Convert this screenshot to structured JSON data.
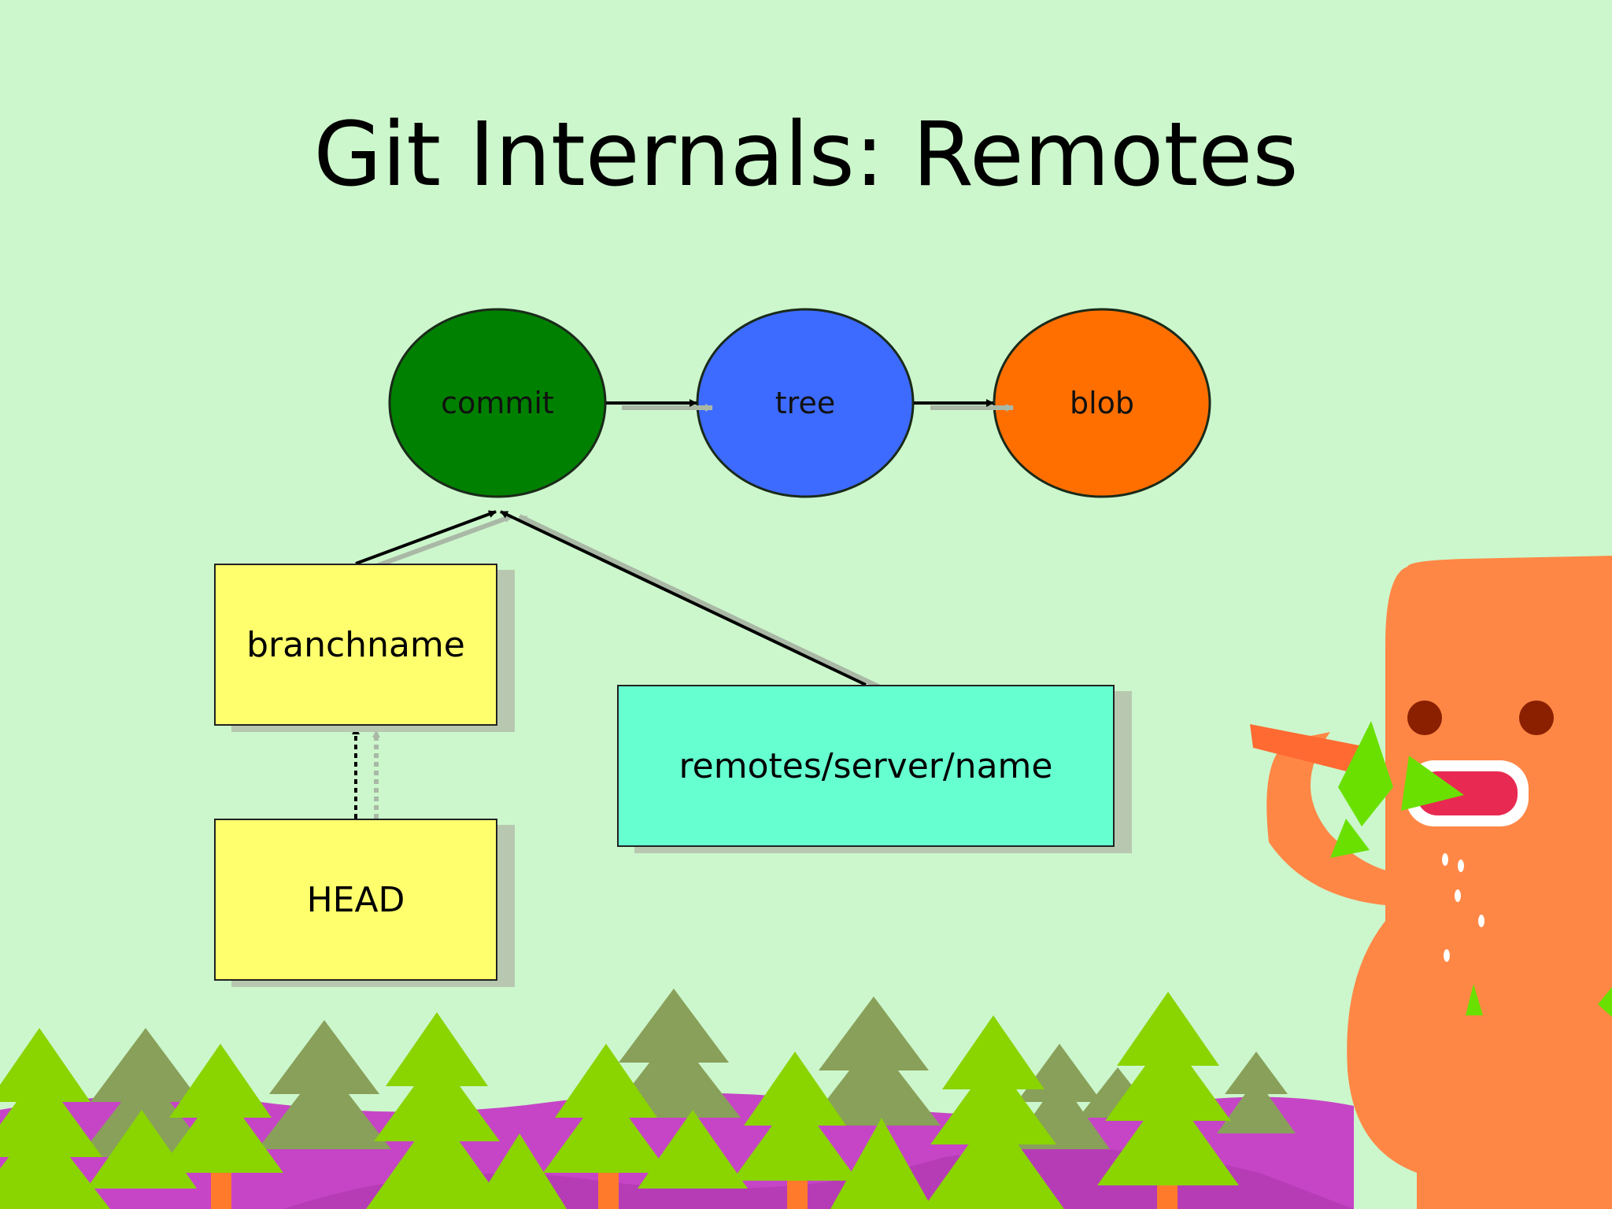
{
  "slide": {
    "title": "Git Internals: Remotes"
  },
  "diagram": {
    "objects": [
      {
        "id": "commit",
        "label": "commit",
        "color": "#008000"
      },
      {
        "id": "tree",
        "label": "tree",
        "color": "#3d6bff"
      },
      {
        "id": "blob",
        "label": "blob",
        "color": "#ff6f00"
      }
    ],
    "refs": [
      {
        "id": "branchname",
        "label": "branchname",
        "color": "#ffff6e"
      },
      {
        "id": "head",
        "label": "HEAD",
        "color": "#ffff6e"
      },
      {
        "id": "remote",
        "label": "remotes/server/name",
        "color": "#66ffd0"
      }
    ],
    "edges": [
      {
        "from": "commit",
        "to": "tree",
        "style": "solid"
      },
      {
        "from": "tree",
        "to": "blob",
        "style": "solid"
      },
      {
        "from": "branchname",
        "to": "commit",
        "style": "solid"
      },
      {
        "from": "remote",
        "to": "commit",
        "style": "solid"
      },
      {
        "from": "head",
        "to": "branchname",
        "style": "dotted"
      }
    ]
  },
  "decoration": {
    "scene": "forest with orange monster",
    "colors": {
      "background": "#ccf7cc",
      "hills": "#c645c6",
      "tree_light": "#8ad400",
      "tree_dark": "#89a05a",
      "trunk": "#ff7a2a",
      "monster": "#ff8746"
    }
  }
}
